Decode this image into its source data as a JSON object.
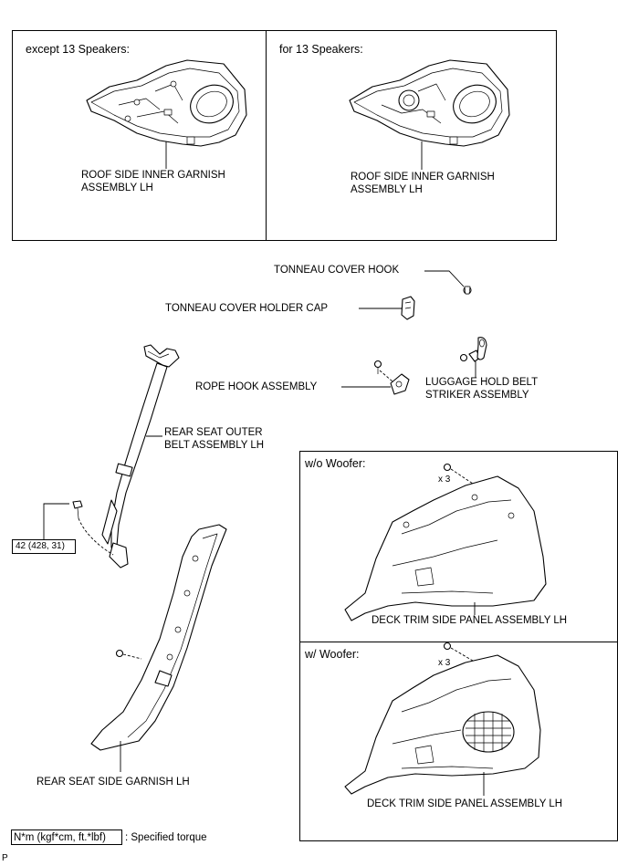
{
  "top_panels": {
    "left": {
      "title": "except 13 Speakers:",
      "part_label_line1": "ROOF SIDE INNER GARNISH",
      "part_label_line2": "ASSEMBLY LH"
    },
    "right": {
      "title": "for 13 Speakers:",
      "part_label_line1": "ROOF SIDE INNER GARNISH",
      "part_label_line2": "ASSEMBLY LH"
    }
  },
  "parts": {
    "tonneau_cover_hook": "TONNEAU COVER HOOK",
    "tonneau_cover_holder_cap": "TONNEAU COVER HOLDER CAP",
    "rope_hook_assembly": "ROPE HOOK ASSEMBLY",
    "luggage_hold_belt_line1": "LUGGAGE HOLD BELT",
    "luggage_hold_belt_line2": "STRIKER ASSEMBLY",
    "rear_seat_outer_belt_line1": "REAR SEAT OUTER",
    "rear_seat_outer_belt_line2": "BELT ASSEMBLY LH",
    "rear_seat_side_garnish": "REAR SEAT SIDE GARNISH LH"
  },
  "torque": {
    "value": "42 (428, 31)"
  },
  "right_panels": {
    "wo_woofer": {
      "title": "w/o Woofer:",
      "qty": "x 3",
      "part_label": "DECK TRIM SIDE PANEL ASSEMBLY LH"
    },
    "w_woofer": {
      "title": "w/ Woofer:",
      "qty": "x 3",
      "part_label": "DECK TRIM SIDE PANEL ASSEMBLY LH"
    }
  },
  "legend": {
    "unit_box": "N*m (kgf*cm, ft.*lbf)",
    "description": ": Specified torque"
  },
  "footer_mark": "P"
}
